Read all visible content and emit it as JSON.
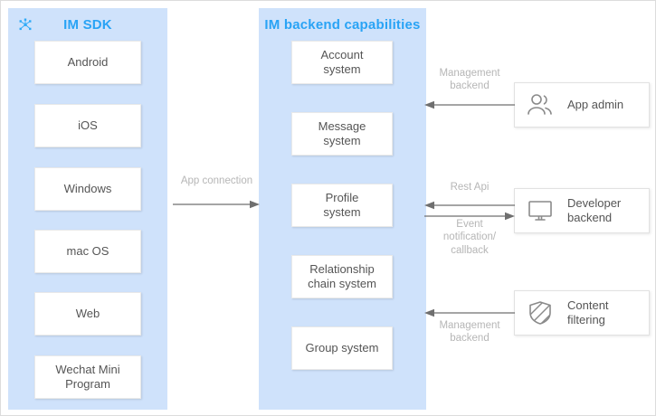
{
  "diagram": {
    "title_sdk": "IM SDK",
    "title_backend": "IM backend capabilities",
    "icons": {
      "network": "network-nodes-icon",
      "app_admin": "users-icon",
      "developer_backend": "monitor-icon",
      "content_filtering": "shield-icon"
    },
    "colors": {
      "panel_bg": "#cfe2fb",
      "title": "#29a3f5",
      "card_text": "#555555",
      "arrow": "#6f6f6f",
      "arrow_label": "#b6b6b6",
      "canvas_bg": "#ffffff"
    }
  },
  "sdk_platforms": [
    {
      "label": "Android"
    },
    {
      "label": "iOS"
    },
    {
      "label": "Windows"
    },
    {
      "label": "mac OS"
    },
    {
      "label": "Web"
    },
    {
      "label": "Wechat Mini\nProgram"
    }
  ],
  "backend_capabilities": [
    {
      "label": "Account\nsystem"
    },
    {
      "label": "Message\nsystem"
    },
    {
      "label": "Profile\nsystem"
    },
    {
      "label": "Relationship\nchain system"
    },
    {
      "label": "Group system"
    }
  ],
  "entities": [
    {
      "label": "App admin",
      "icon": "users-icon"
    },
    {
      "label": "Developer\nbackend",
      "icon": "monitor-icon"
    },
    {
      "label": "Content filtering",
      "icon": "shield-icon"
    }
  ],
  "connections": [
    {
      "label": "App connection",
      "direction": "right"
    },
    {
      "label": "Management\nbackend",
      "direction": "left"
    },
    {
      "label": "Rest Api",
      "direction": "left"
    },
    {
      "label": "Event\nnotification/\ncallback",
      "direction": "right"
    },
    {
      "label": "Management\nbackend",
      "direction": "left"
    }
  ]
}
